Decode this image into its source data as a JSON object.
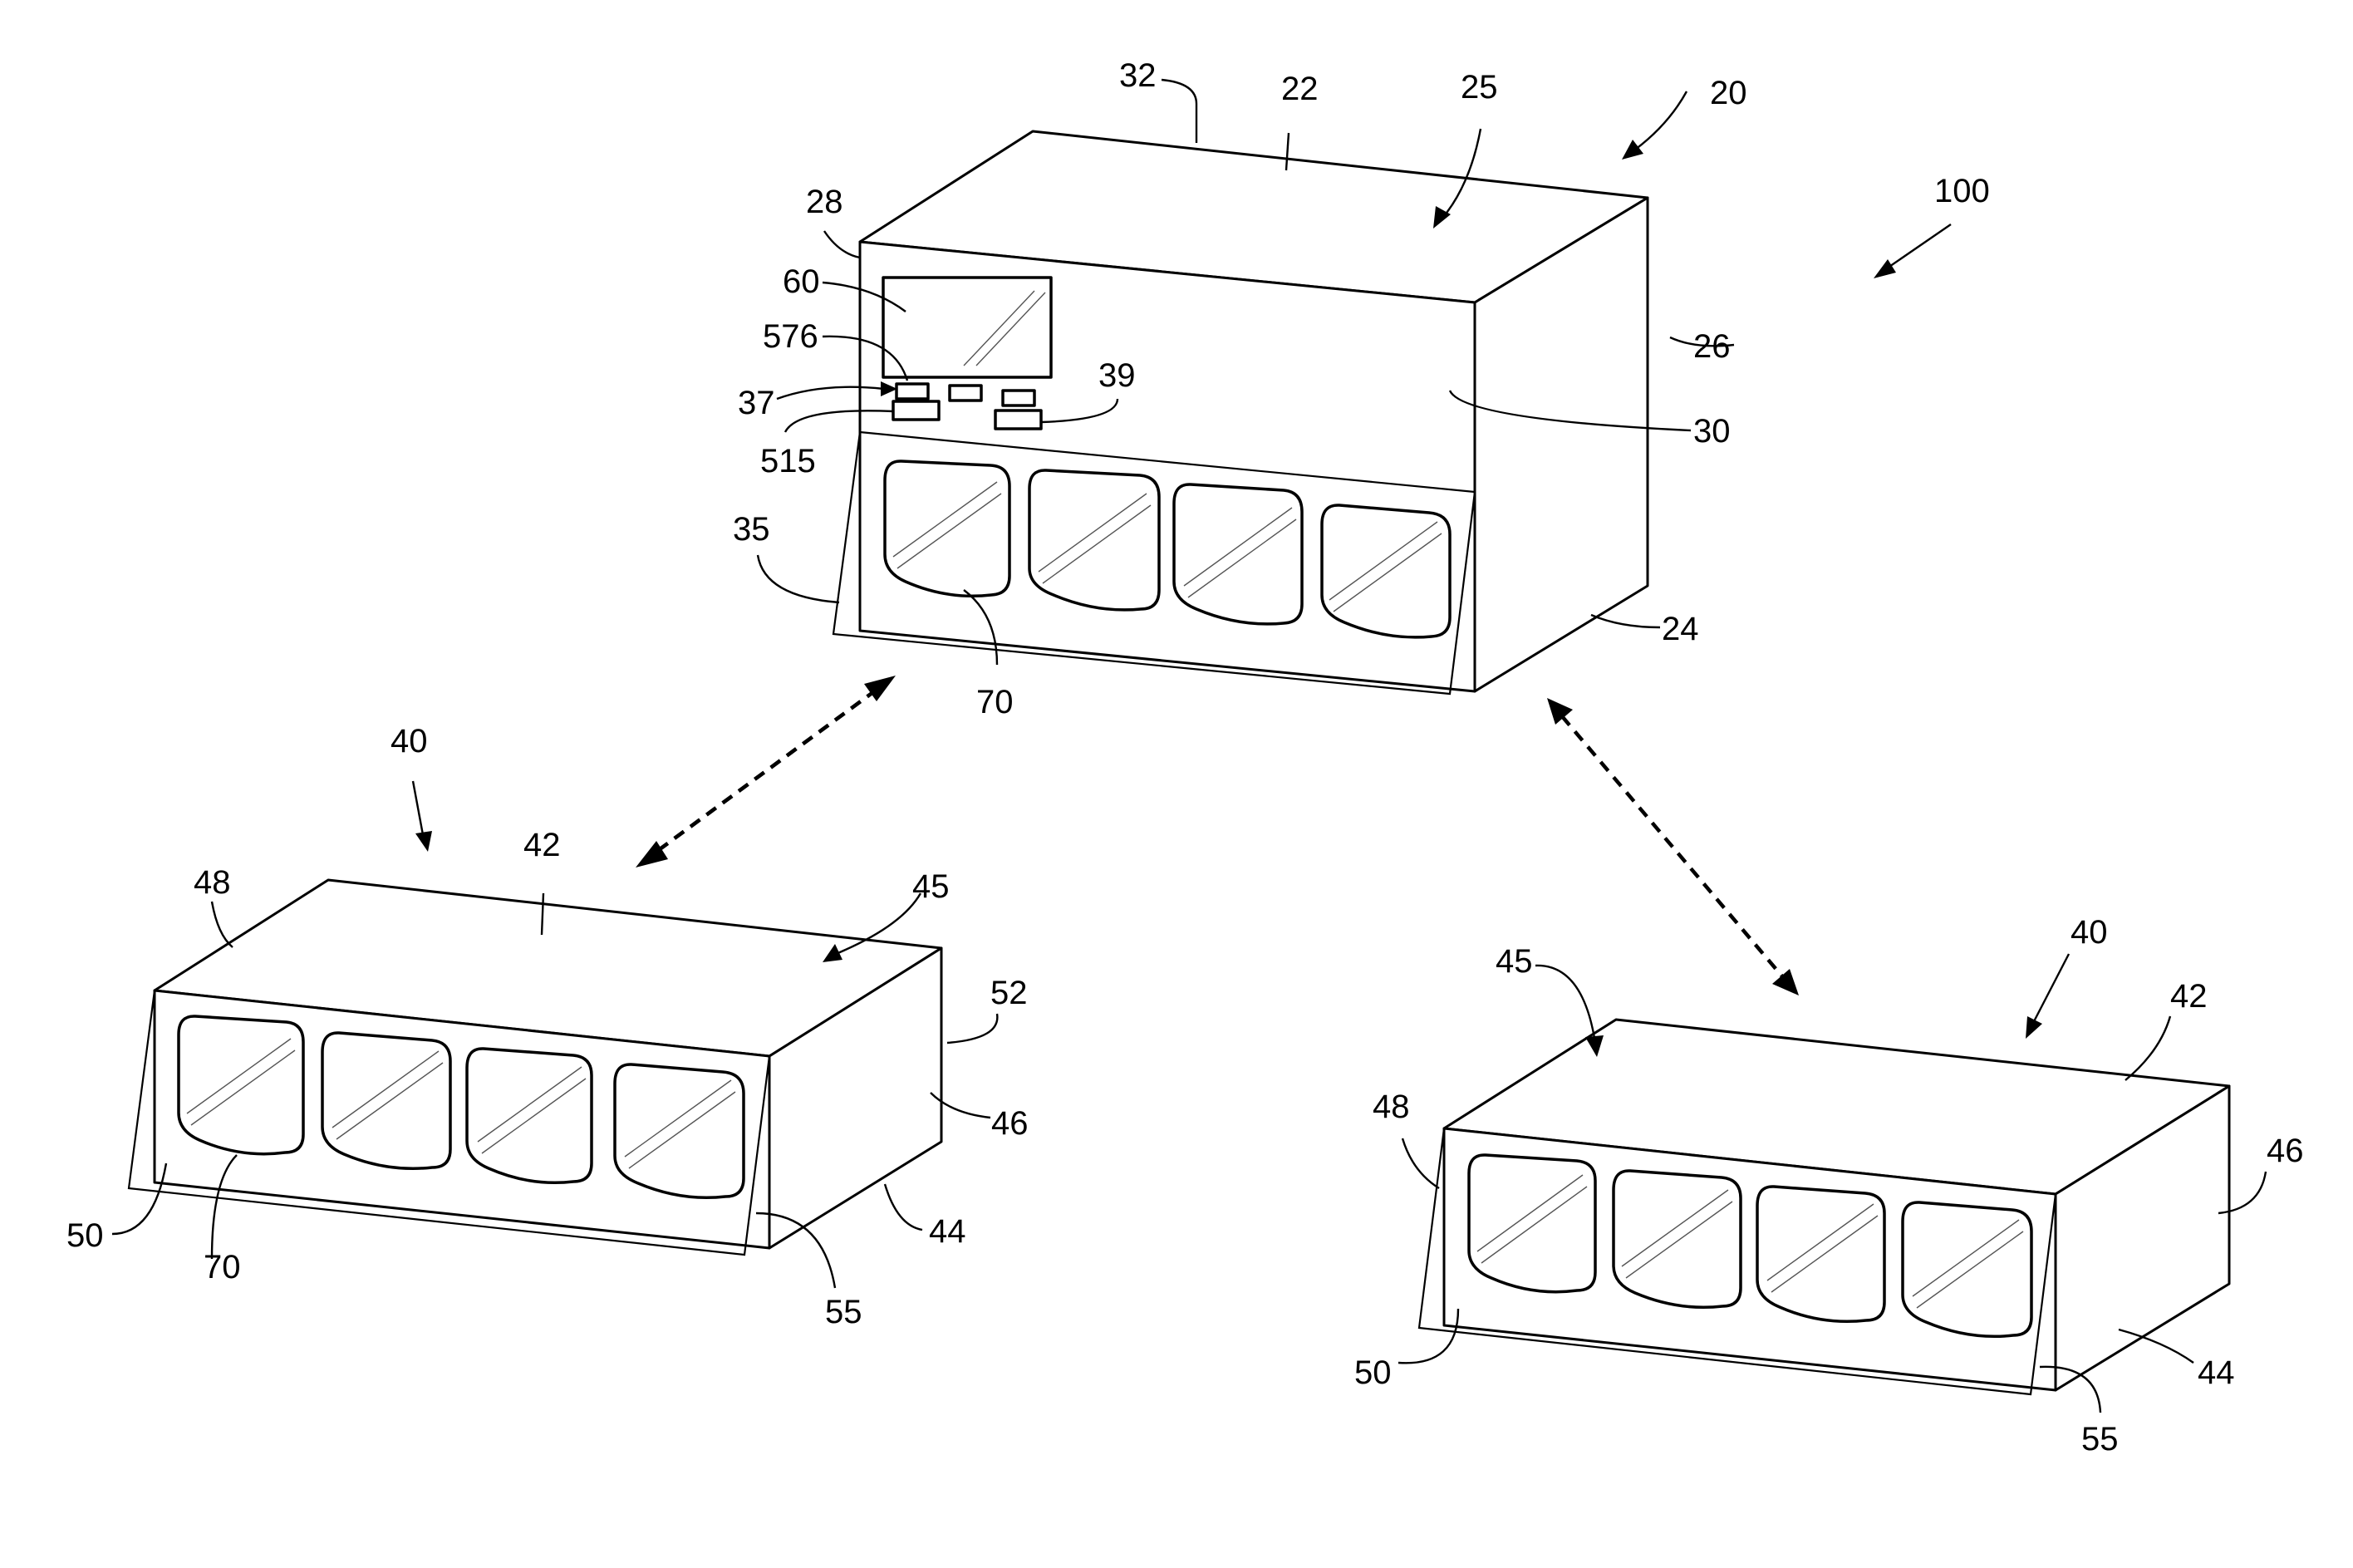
{
  "labels": {
    "ref_100": "100",
    "ref_20": "20",
    "ref_22": "22",
    "ref_25": "25",
    "ref_32": "32",
    "ref_28": "28",
    "ref_60": "60",
    "ref_576": "576",
    "ref_37": "37",
    "ref_515": "515",
    "ref_39": "39",
    "ref_26": "26",
    "ref_30": "30",
    "ref_35": "35",
    "ref_70_main": "70",
    "ref_24": "24",
    "left_40": "40",
    "left_42": "42",
    "left_45": "45",
    "left_48": "48",
    "left_52": "52",
    "left_46": "46",
    "left_50": "50",
    "left_70": "70",
    "left_44": "44",
    "left_55": "55",
    "right_40": "40",
    "right_42": "42",
    "right_45": "45",
    "right_48": "48",
    "right_46": "46",
    "right_50": "50",
    "right_44": "44",
    "right_55": "55"
  }
}
